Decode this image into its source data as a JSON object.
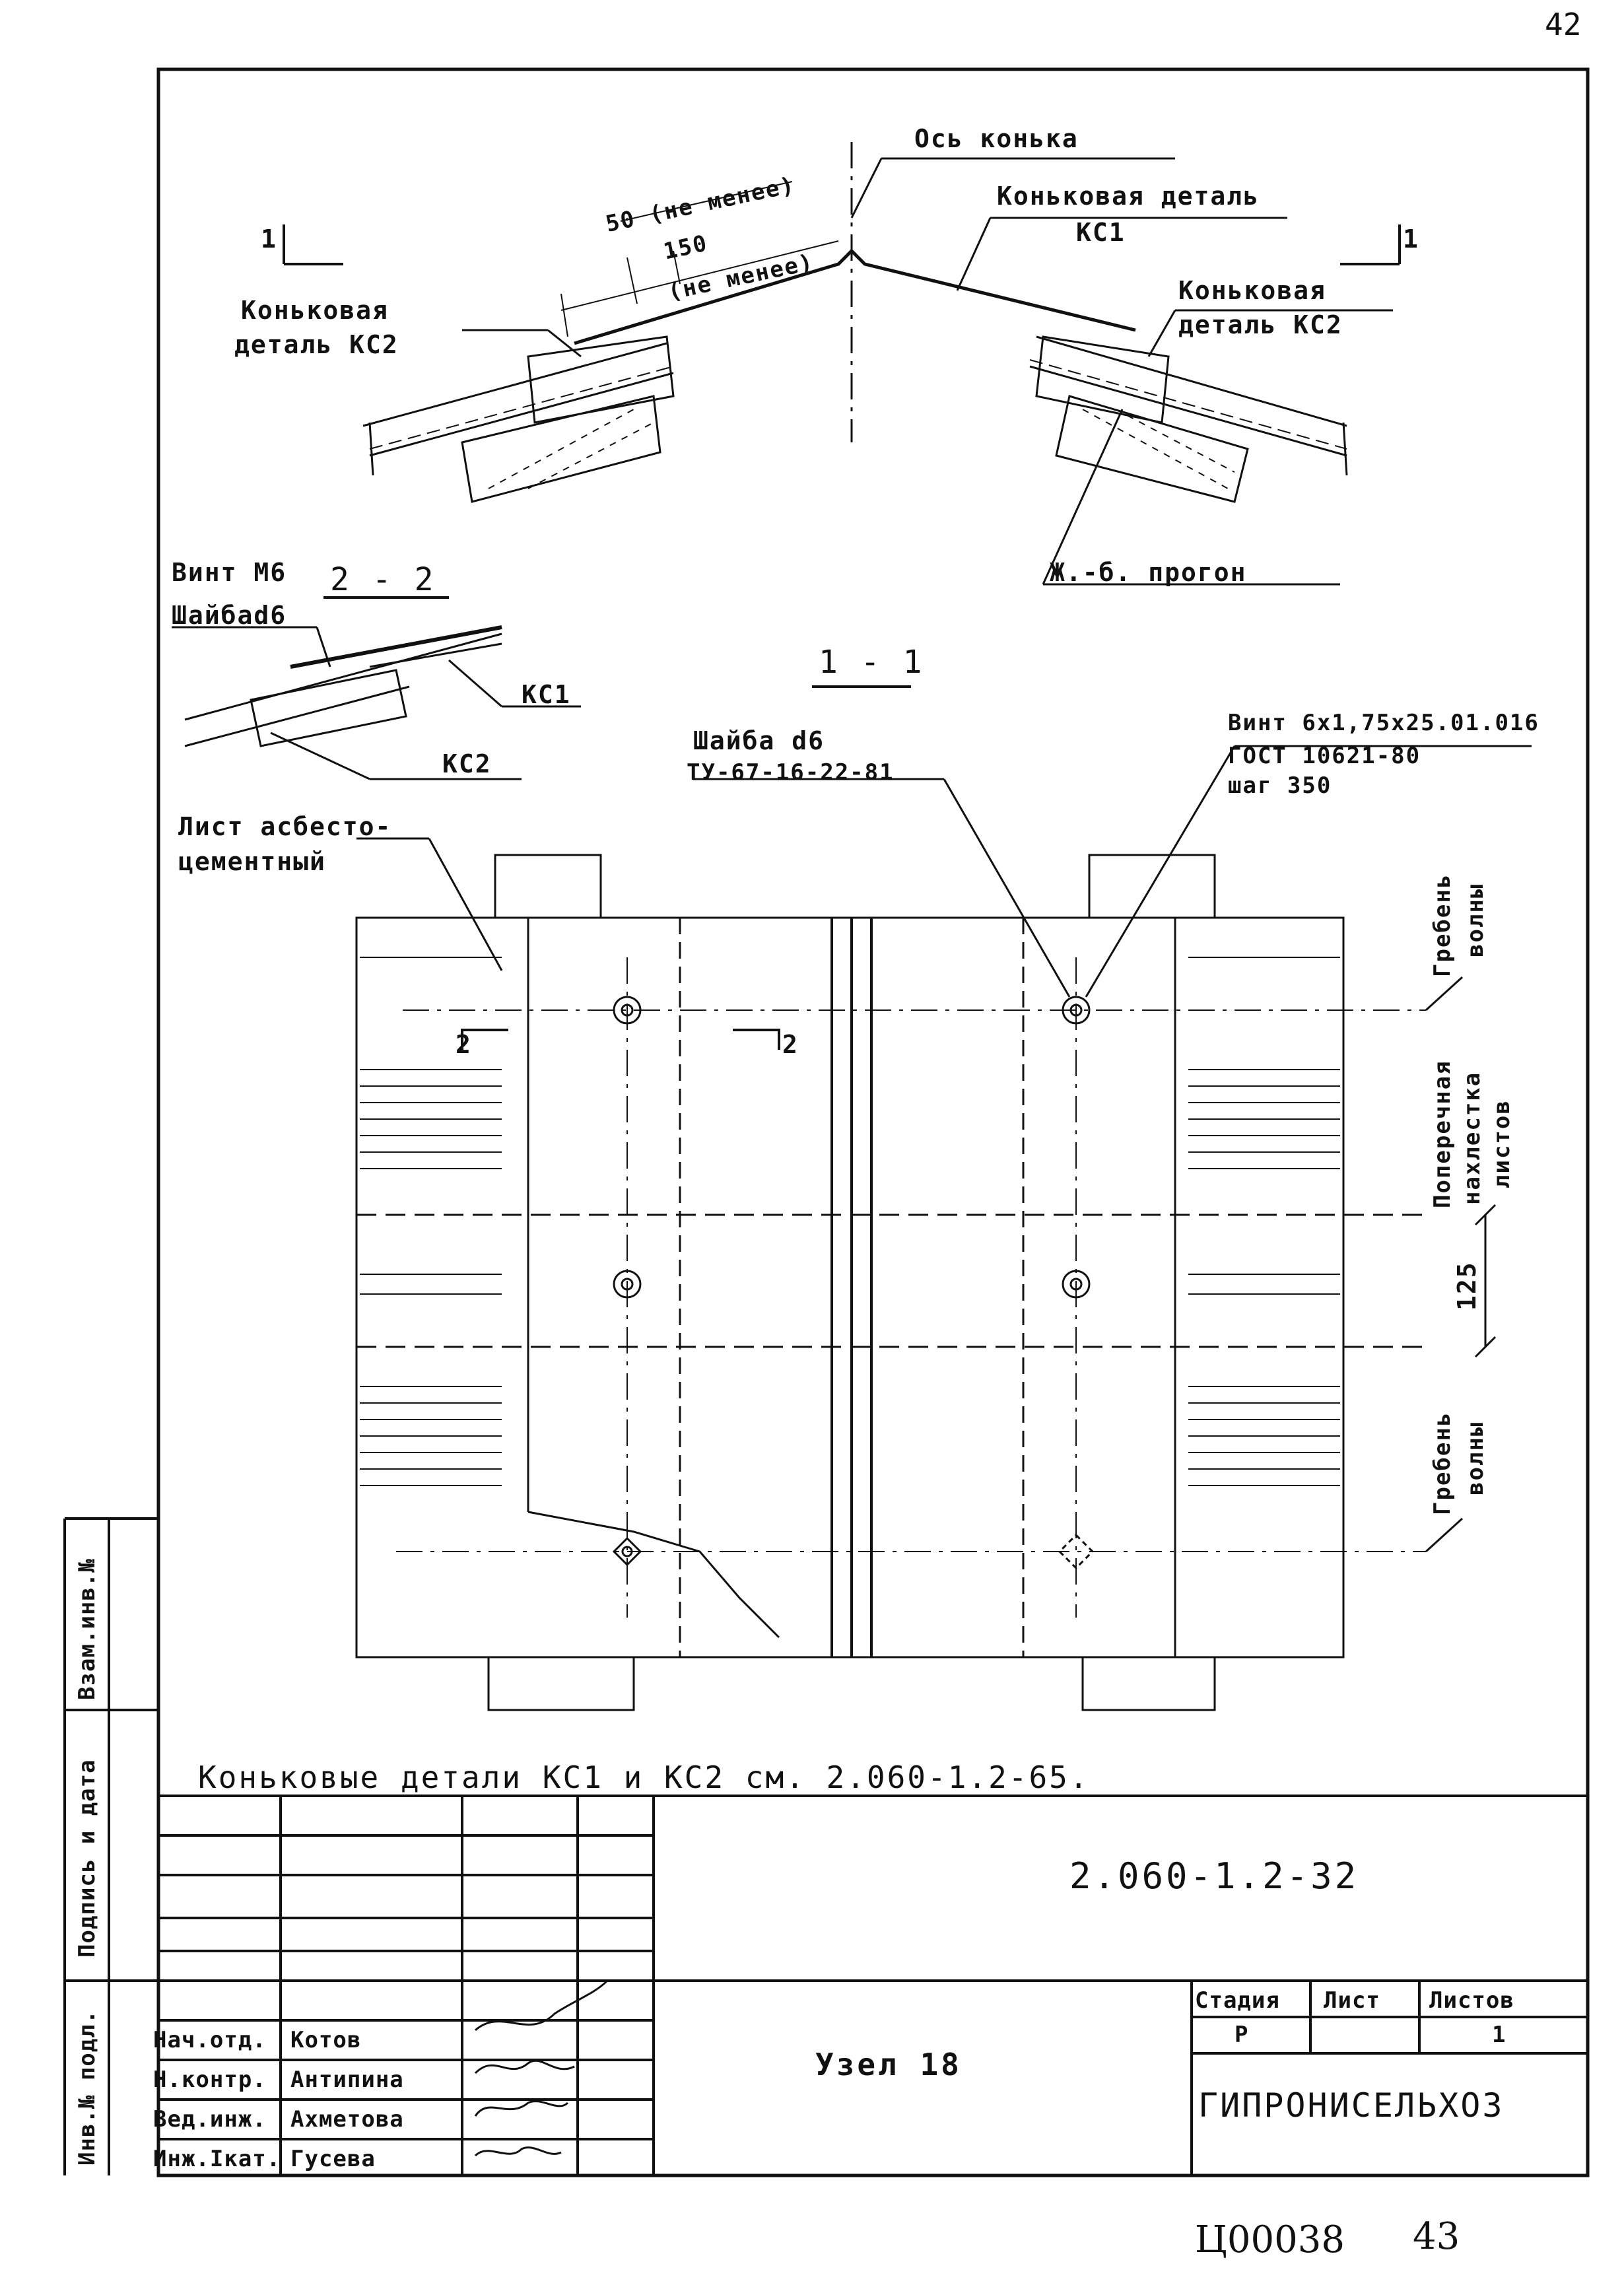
{
  "page_number_top": "42",
  "page_number_bottom": "43",
  "archive_code": "Ц00038",
  "section_top": {
    "axis_label": "Ось конька",
    "ridge_part_label": "Коньковая деталь",
    "ridge_part_code": "КС1",
    "left_part_label_1": "Коньковая",
    "left_part_label_2": "деталь КС2",
    "right_part_label_1": "Коньковая",
    "right_part_label_2": "деталь КС2",
    "dim_50": "50 (не менее)",
    "dim_150": "150",
    "dim_150_note": "(не менее)",
    "purlin_label": "Ж.-б. прогон",
    "cut_mark_left": "1",
    "cut_mark_right": "1"
  },
  "section_22": {
    "title": "2 - 2",
    "screw_label": "Винт М6",
    "washer_label": "Шайбаd6",
    "kc1": "КС1",
    "kc2": "КС2"
  },
  "plan": {
    "title": "1 - 1",
    "sheet_label_1": "Лист асбесто-",
    "sheet_label_2": "цементный",
    "washer_label": "Шайба d6",
    "washer_spec": "ТУ-67-16-22-81",
    "screw_label": "Винт 6х1,75х25.01.016",
    "screw_gost": "ГОСТ 10621-80",
    "screw_step": "шаг 350",
    "wave_crest_1": "Гребень",
    "wave_crest_2": "волны",
    "overlap_1": "Поперечная",
    "overlap_2": "нахлестка",
    "overlap_3": "листов",
    "dim_125": "125",
    "wave_crest_b1": "Гребень",
    "wave_crest_b2": "волны",
    "cut_2_left": "2",
    "cut_2_right": "2"
  },
  "note": "Коньковые детали КС1 и КС2 см. 2.060-1.2-65.",
  "side_stamp": {
    "col1": "Взам.инв.№",
    "col2": "Подпись и дата",
    "col3": "Инв.№ подл."
  },
  "title_block": {
    "doc_code": "2.060-1.2-32",
    "title": "Узел 18",
    "org": "ГИПРОНИСЕЛЬХОЗ",
    "stage_header": "Стадия",
    "sheet_header": "Лист",
    "sheets_header": "Листов",
    "stage_value": "Р",
    "sheet_value": "",
    "sheets_value": "1",
    "people": [
      {
        "role": "Нач.отд.",
        "name": "Котов"
      },
      {
        "role": "Н.контр.",
        "name": "Антипина"
      },
      {
        "role": "Вед.инж.",
        "name": "Ахметова"
      },
      {
        "role": "Инж.Iкат.",
        "name": "Гусева"
      }
    ]
  }
}
